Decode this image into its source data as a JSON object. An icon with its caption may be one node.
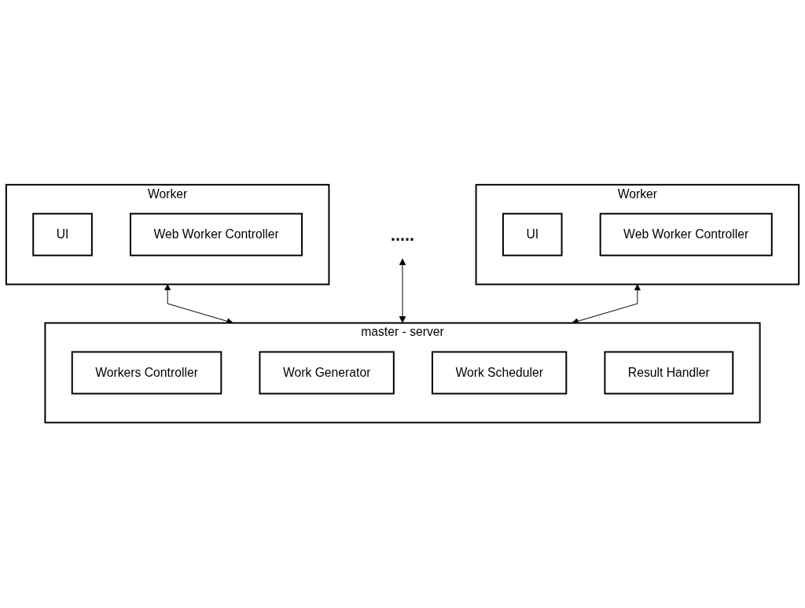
{
  "diagram": {
    "nodes": [
      {
        "text": [
          "Worker"
        ]
      },
      {
        "text": [
          "UI"
        ],
        "in": 0
      },
      {
        "text": [
          "Web Worker Controller"
        ],
        "in": 0
      },
      {
        "text": [
          "....."
        ]
      },
      {
        "text": [
          "Worker"
        ]
      },
      {
        "text": [
          "UI"
        ],
        "in": 4
      },
      {
        "text": [
          "Web Worker Controller"
        ],
        "in": 4
      },
      {
        "text": [
          "master - server"
        ]
      },
      {
        "text": [
          "Workers Controller"
        ],
        "in": 7
      },
      {
        "text": [
          "Work Generator"
        ],
        "in": 7
      },
      {
        "text": [
          "Work Scheduler"
        ],
        "in": 7
      },
      {
        "text": [
          "Result Handler"
        ],
        "in": 7
      }
    ],
    "edges": [
      {
        "from": 7,
        "to": 0,
        "arrow": "both"
      },
      {
        "from": 7,
        "to": 3,
        "arrow": "both"
      },
      {
        "from": 7,
        "to": 4,
        "arrow": "both"
      }
    ]
  }
}
